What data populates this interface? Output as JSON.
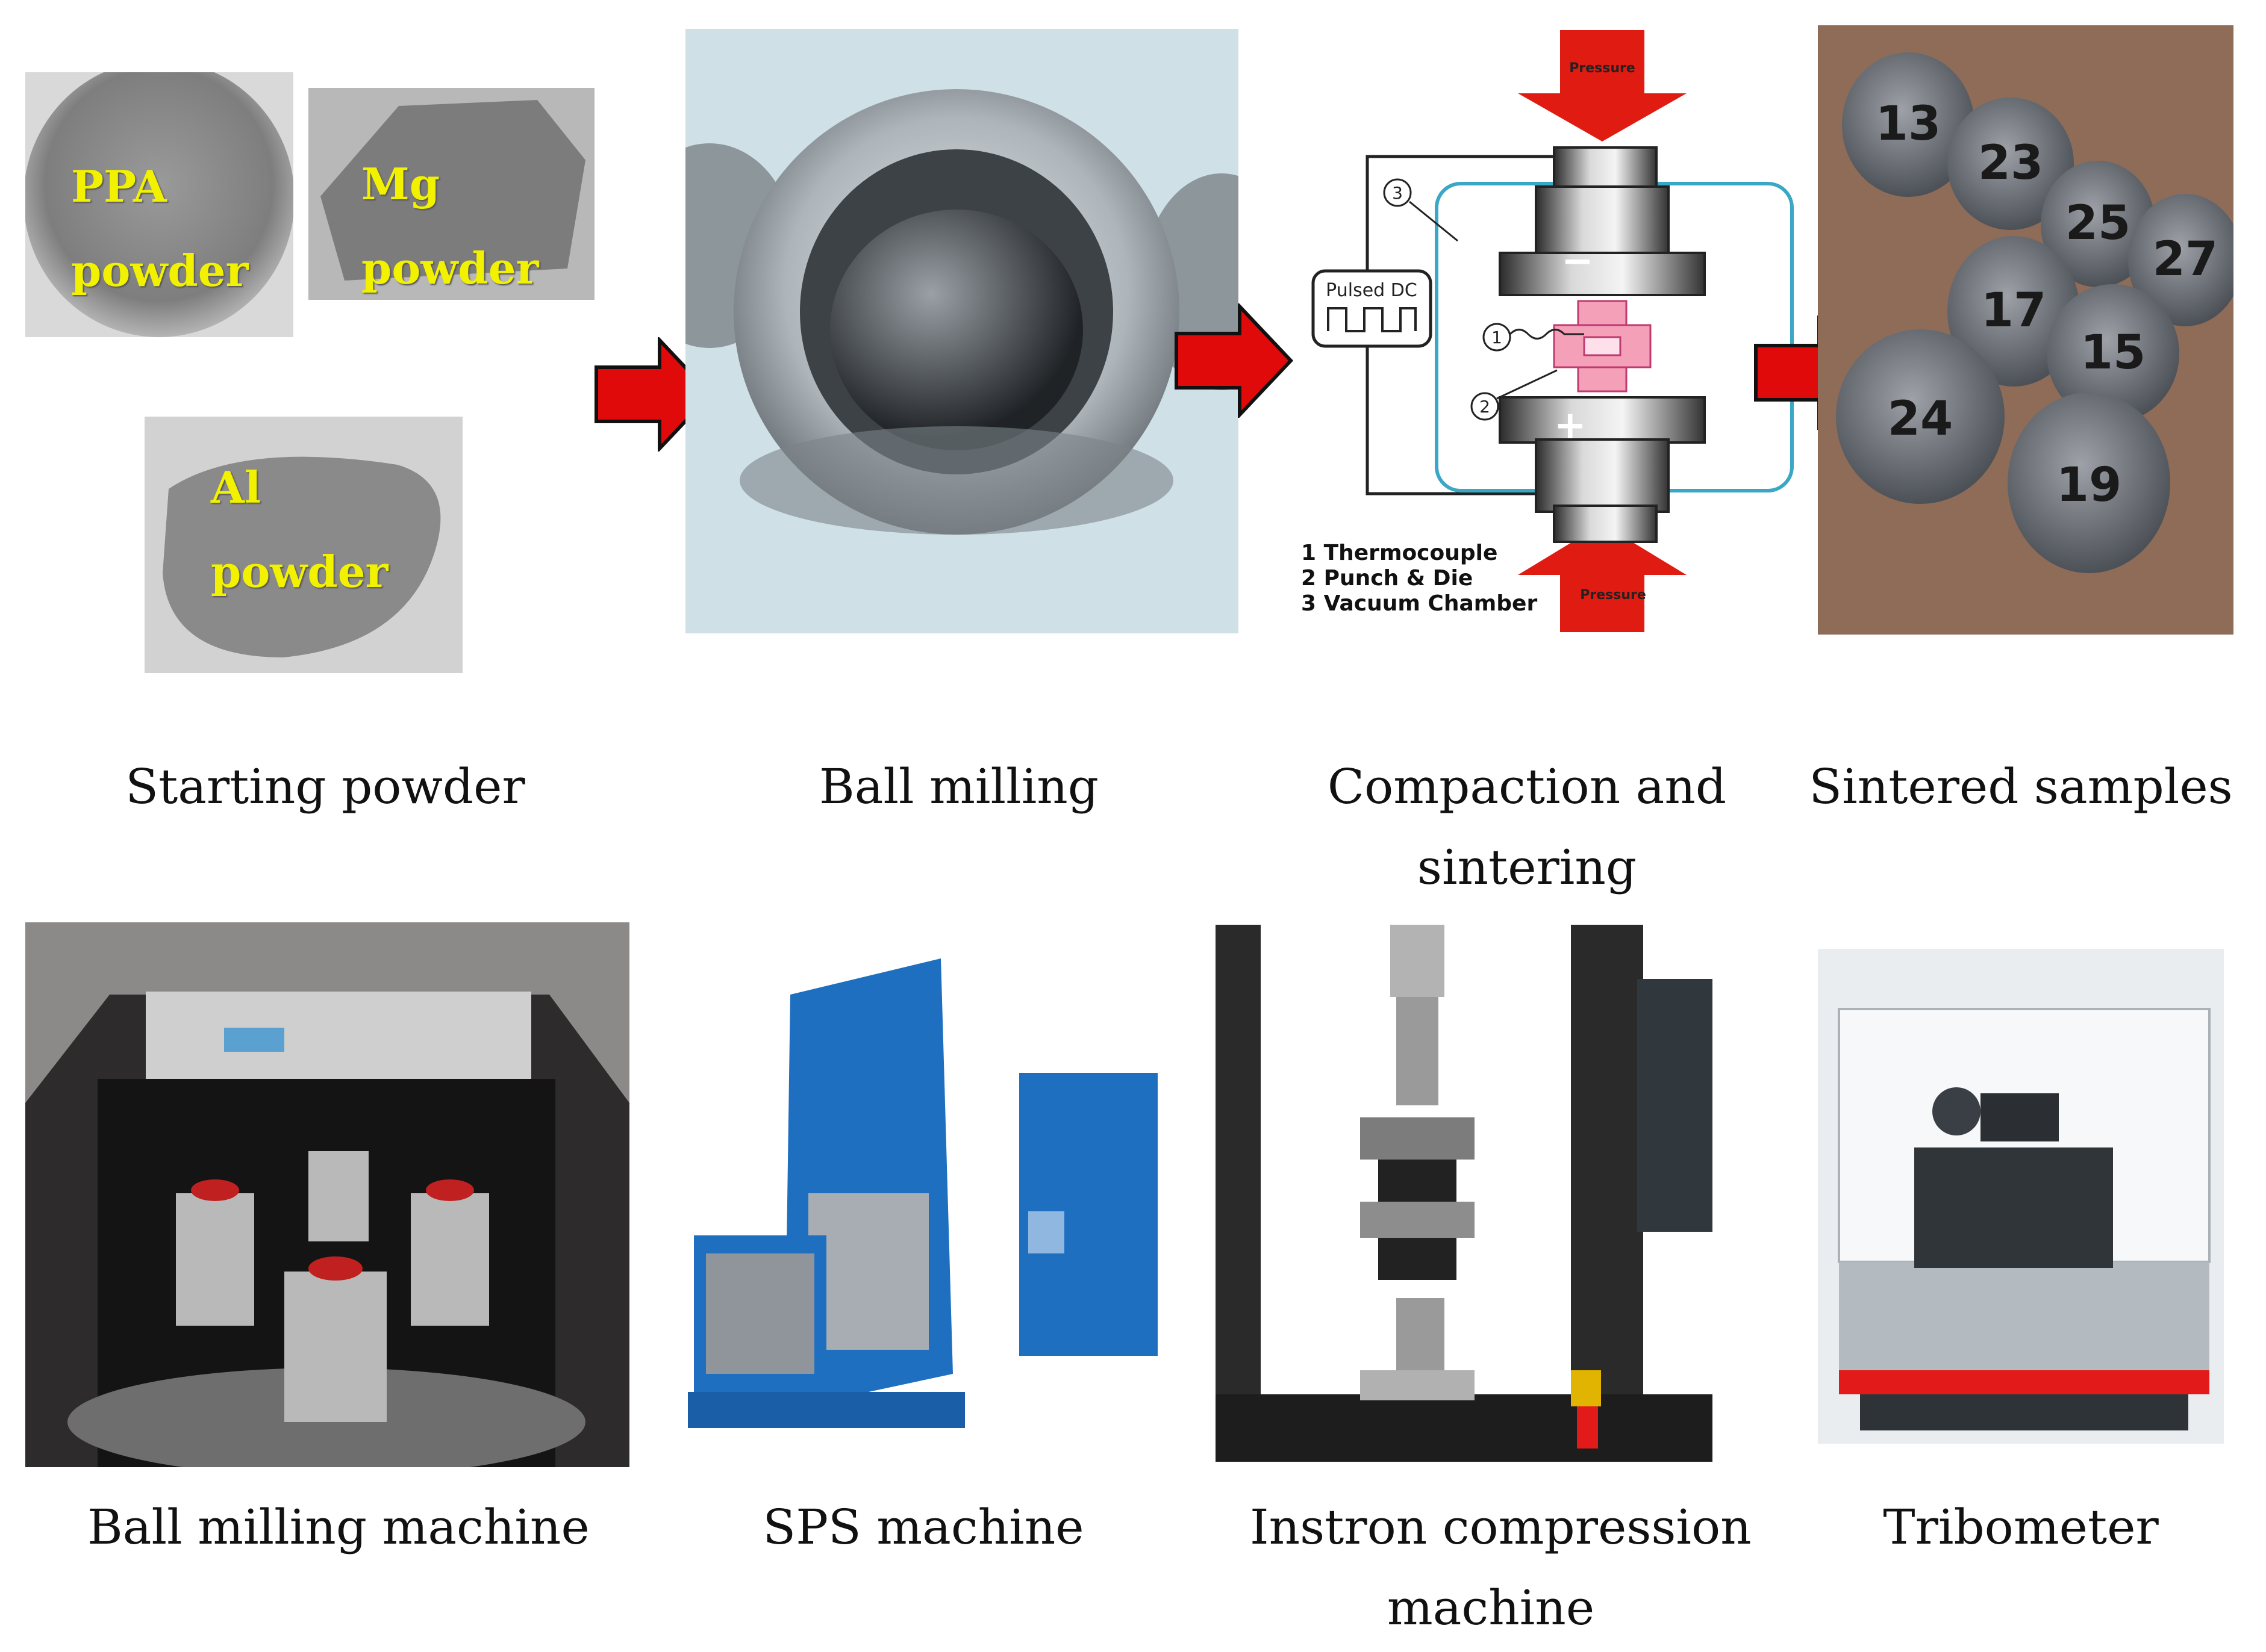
{
  "colors": {
    "arrow_red": "#e10a0a",
    "powder_label": "#f2f200",
    "sps_blue": "#1e6fc0",
    "chamber_teal": "#3aa7c4",
    "sample_pink": "#f4a0b8"
  },
  "process_row": {
    "starting_powder": {
      "caption": "Starting powder",
      "powders": [
        {
          "line1": "PPA",
          "line2": "powder"
        },
        {
          "line1": "Mg",
          "line2": "powder"
        },
        {
          "line1": "Al",
          "line2": "powder"
        }
      ]
    },
    "ball_milling": {
      "caption": "Ball milling"
    },
    "compaction": {
      "caption_line1": "Compaction and",
      "caption_line2": "sintering",
      "pressure_top": "Pressure",
      "pressure_bottom": "Pressure",
      "pulsed_dc": "Pulsed DC",
      "minus": "−",
      "plus": "+",
      "marker1": "1",
      "marker2": "2",
      "marker3": "3",
      "legend": [
        "1 Thermocouple",
        "2 Punch & Die",
        "3 Vacuum Chamber"
      ]
    },
    "sintered_samples": {
      "caption": "Sintered samples",
      "sample_numbers": [
        "13",
        "23",
        "25",
        "27",
        "17",
        "15",
        "24",
        "19"
      ]
    }
  },
  "equipment_row": [
    {
      "caption_line1": "Ball milling machine",
      "caption_line2": ""
    },
    {
      "caption_line1": "SPS machine",
      "caption_line2": ""
    },
    {
      "caption_line1": "Instron compression",
      "caption_line2": "machine"
    },
    {
      "caption_line1": "Tribometer",
      "caption_line2": ""
    }
  ],
  "icons": [
    "arrow-right-icon",
    "arrow-down-icon",
    "arrow-up-icon",
    "pulse-wave-icon"
  ]
}
